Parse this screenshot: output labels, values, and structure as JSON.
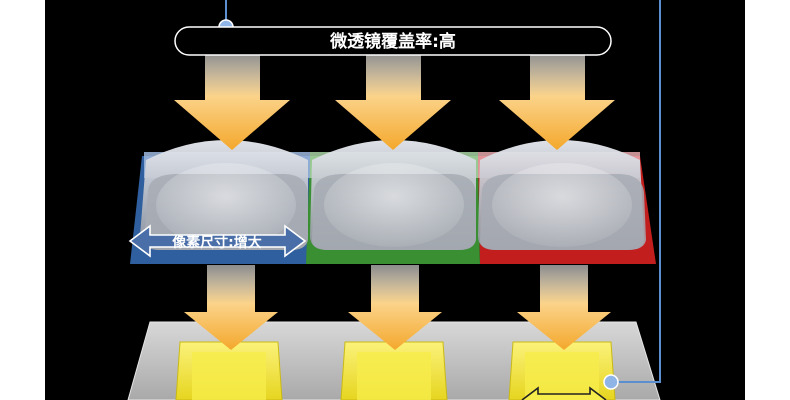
{
  "diagram": {
    "top_label": "微透镜覆盖率:高",
    "pixel_label": "像素尺寸:增大",
    "colors": {
      "background": "#000000",
      "panel_edge": "#ffffff",
      "arrow_light": "#ffffff",
      "arrow_dark": "#f6b43c",
      "filter_blue": "#2f5f9e",
      "filter_green": "#3a8f32",
      "filter_red": "#c21e1e",
      "photodiode": "#f2e533",
      "substrate": "#cfcfcf",
      "connector_line": "#5b8fd0"
    },
    "lenses": [
      {
        "name": "blue-pixel",
        "color": "#2f5f9e"
      },
      {
        "name": "green-pixel",
        "color": "#3a8f32"
      },
      {
        "name": "red-pixel",
        "color": "#c21e1e"
      }
    ]
  }
}
